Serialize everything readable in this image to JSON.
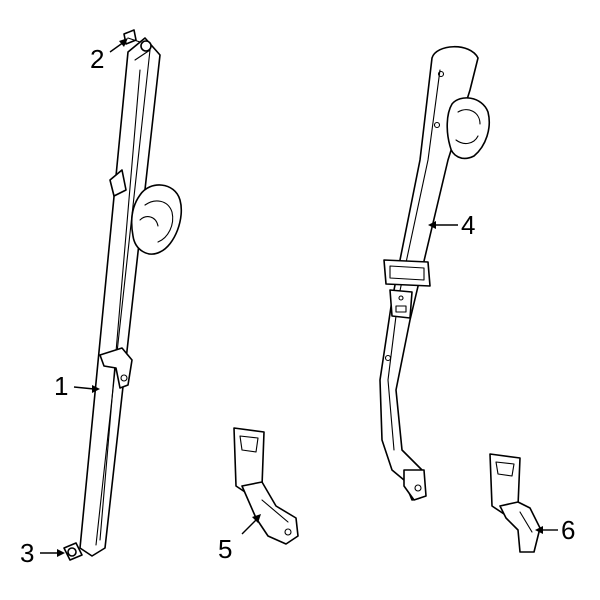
{
  "callouts": {
    "c1": "1",
    "c2": "2",
    "c3": "3",
    "c4": "4",
    "c5": "5",
    "c6": "6"
  },
  "colors": {
    "ink": "#000000",
    "background": "#ffffff"
  }
}
